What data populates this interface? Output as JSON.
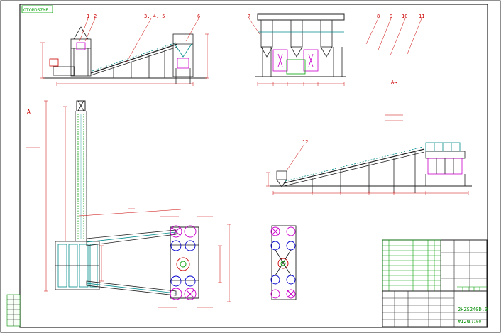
{
  "drawing": {
    "corner_tag": "OTOMOSZME",
    "background": "#ffffff",
    "colors": {
      "frame": "#222222",
      "dim": "#cc0000",
      "line": "#222222",
      "green": "#00a000",
      "cyan": "#008b8b",
      "magenta": "#cc00cc",
      "blue": "#0000cc"
    }
  },
  "callouts": {
    "c1": "1",
    "c2": "2",
    "c345": "3, 4, 5",
    "c6": "6",
    "c7": "7",
    "c8": "8",
    "c9": "9",
    "c10": "10",
    "c11": "11",
    "c12": "12"
  },
  "view_labels": {
    "view_a": "A",
    "view_b": "A→"
  },
  "title_block": {
    "model": "2HZS240D.0",
    "sheet_no": "#120",
    "scale": "1:100"
  }
}
